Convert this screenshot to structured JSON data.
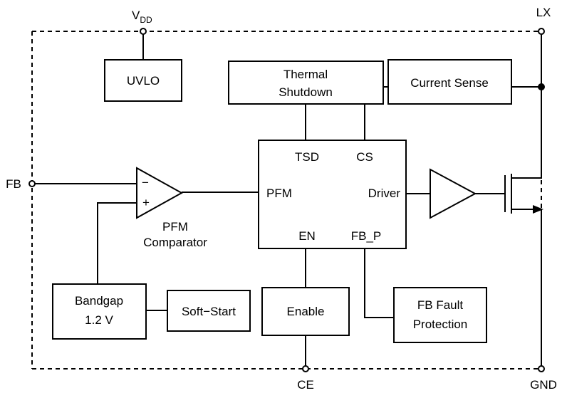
{
  "pins": {
    "vdd_main": "V",
    "vdd_sub": "DD",
    "lx": "LX",
    "fb": "FB",
    "ce": "CE",
    "gnd": "GND"
  },
  "blocks": {
    "uvlo": "UVLO",
    "thermal_line1": "Thermal",
    "thermal_line2": "Shutdown",
    "current_sense": "Current Sense",
    "bandgap_line1": "Bandgap",
    "bandgap_line2": "1.2 V",
    "soft_start": "Soft−Start",
    "enable": "Enable",
    "fb_fault_line1": "FB Fault",
    "fb_fault_line2": "Protection"
  },
  "controller_ports": {
    "tsd": "TSD",
    "cs": "CS",
    "pfm": "PFM",
    "driver": "Driver",
    "en": "EN",
    "fb_p": "FB_P"
  },
  "comparator": {
    "minus": "−",
    "plus": "+",
    "label_line1": "PFM",
    "label_line2": "Comparator"
  }
}
